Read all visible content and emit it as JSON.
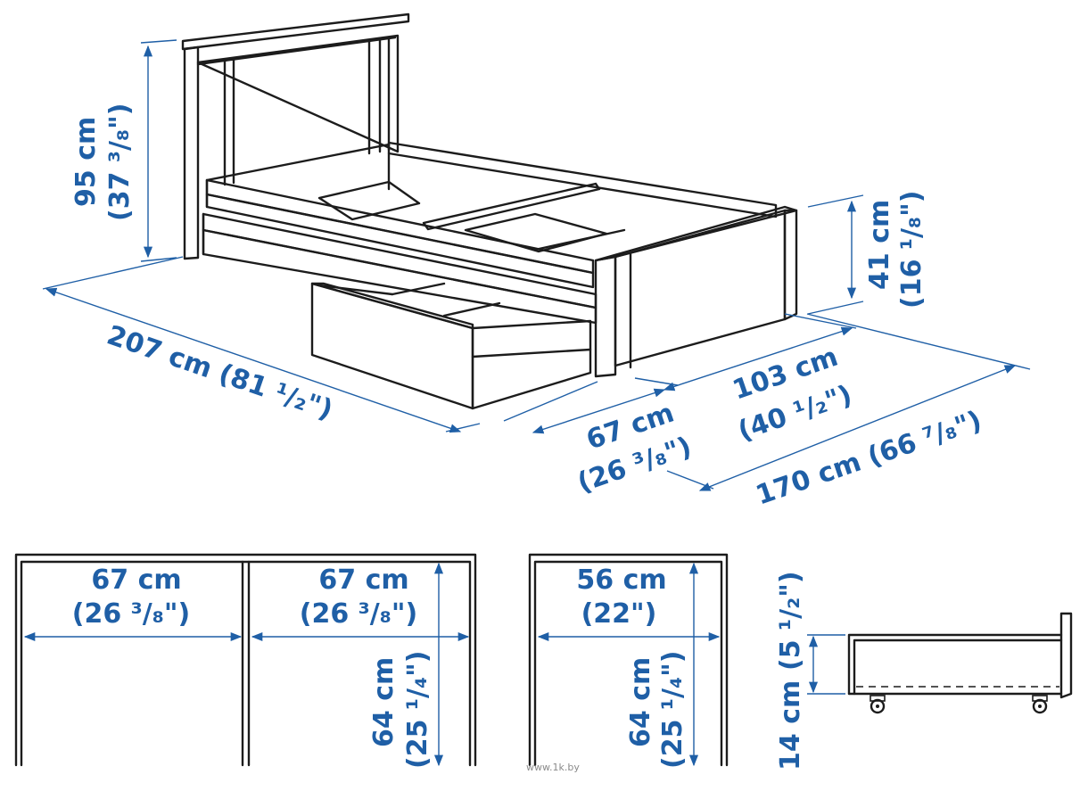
{
  "colors": {
    "dimension": "#1f5fa6",
    "outline": "#1c1c1c",
    "background": "#ffffff"
  },
  "bed": {
    "height_headboard": {
      "metric": "95 cm",
      "imperial": "(37 ³/₈\")"
    },
    "height_footboard": {
      "metric": "41 cm",
      "imperial": "(16 ¹/₈\")"
    },
    "length": {
      "text": "207 cm (81 ¹/₂\")"
    },
    "width": {
      "metric": "103 cm",
      "imperial": "(40 ¹/₂\")"
    },
    "drawer_clearance": {
      "metric": "67 cm",
      "imperial": "(26 ³/₈\")"
    },
    "total_width_drawer_open": {
      "text": "170 cm (66 ⁷/₈\")"
    }
  },
  "drawers": {
    "left_width": {
      "metric": "67 cm",
      "imperial": "(26 ³/₈\")"
    },
    "right_width": {
      "metric": "67 cm",
      "imperial": "(26 ³/₈\")"
    },
    "right_depth": {
      "metric": "64 cm",
      "imperial": "(25 ¹/₄\")"
    },
    "single_width": {
      "metric": "56 cm",
      "imperial": "(22\")"
    },
    "single_depth": {
      "metric": "64 cm",
      "imperial": "(25 ¹/₄\")"
    },
    "side_height": {
      "metric": "14 cm",
      "imperial": "(5 ¹/₂\")"
    }
  },
  "watermark": "www.1k.by"
}
